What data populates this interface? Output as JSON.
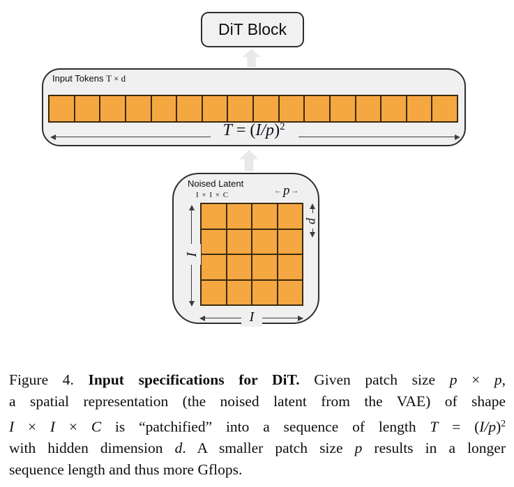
{
  "figure": {
    "dit_block": {
      "label": "DiT Block"
    },
    "tokens_panel": {
      "label": [
        {
          "t": "Input Tokens ",
          "s": "sans"
        },
        {
          "t": "T × d",
          "s": "serif"
        }
      ],
      "token_count": 16,
      "formula": [
        {
          "t": "T",
          "s": "m"
        },
        {
          "t": " = (",
          "s": "n"
        },
        {
          "t": "I/p",
          "s": "m"
        },
        {
          "t": ")",
          "s": "n"
        },
        {
          "t": "2",
          "s": "sup"
        }
      ]
    },
    "latent_panel": {
      "title": "Noised Latent",
      "shape": "I × I × C",
      "grid_rows": 4,
      "grid_cols": 4,
      "dim_p": "p",
      "dim_i_left": "I",
      "dim_i_bottom": "I",
      "arrow_left_glyph": "←",
      "arrow_right_glyph": "→"
    },
    "colors": {
      "patch_orange": "#f5a742",
      "patch_border": "#3b2a0e",
      "panel_bg": "#f0f0f0",
      "panel_border": "#2d2d2d",
      "arrow_gray": "#e9e9e9",
      "dim_arrow": "#3c3c3c",
      "ink": "#111111"
    }
  },
  "caption": {
    "lines": [
      [
        {
          "t": "Figure 4. ",
          "s": "n"
        },
        {
          "t": "Input specifications for DiT.",
          "s": "b"
        },
        {
          "t": " Given patch size ",
          "s": "n"
        },
        {
          "t": "p",
          "s": "m"
        },
        {
          "t": " × ",
          "s": "n"
        },
        {
          "t": "p",
          "s": "m"
        },
        {
          "t": ",",
          "s": "n"
        }
      ],
      [
        {
          "t": "a spatial representation (the noised latent from the VAE) of shape",
          "s": "n"
        }
      ],
      [
        {
          "t": "I",
          "s": "m"
        },
        {
          "t": " × ",
          "s": "n"
        },
        {
          "t": "I",
          "s": "m"
        },
        {
          "t": " × ",
          "s": "n"
        },
        {
          "t": "C",
          "s": "m"
        },
        {
          "t": " is “patchified” into a sequence of length ",
          "s": "n"
        },
        {
          "t": "T",
          "s": "m"
        },
        {
          "t": " = (",
          "s": "n"
        },
        {
          "t": "I/p",
          "s": "m"
        },
        {
          "t": ")",
          "s": "n"
        },
        {
          "t": "2",
          "s": "sup"
        }
      ],
      [
        {
          "t": "with hidden dimension ",
          "s": "n"
        },
        {
          "t": "d",
          "s": "m"
        },
        {
          "t": ". A smaller patch size ",
          "s": "n"
        },
        {
          "t": "p",
          "s": "m"
        },
        {
          "t": " results in a longer",
          "s": "n"
        }
      ],
      [
        {
          "t": "sequence length and thus more Gflops.",
          "s": "n"
        }
      ]
    ]
  }
}
